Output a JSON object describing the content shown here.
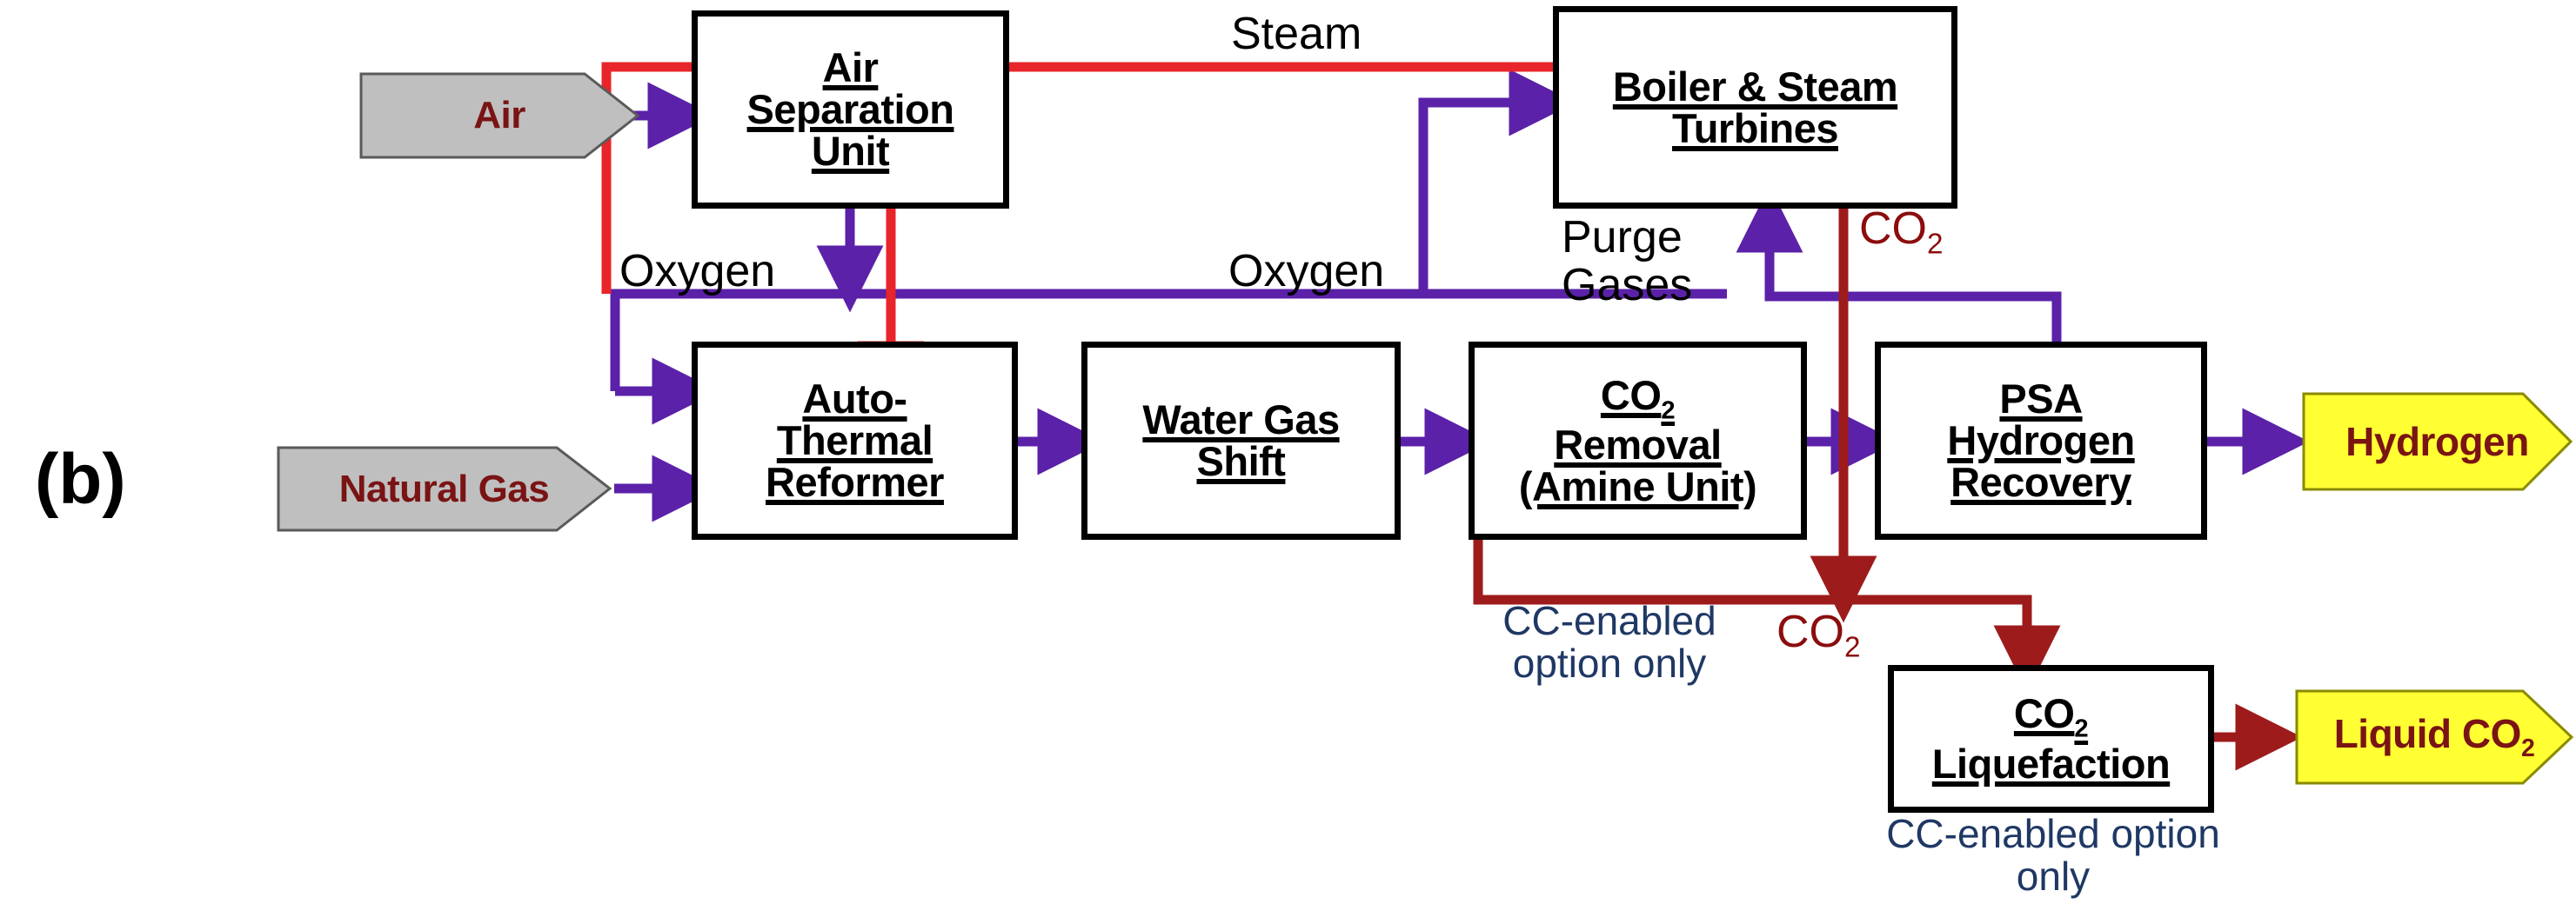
{
  "figure": {
    "panel_label": "(b)",
    "colors": {
      "purple_stream": "#5B21A8",
      "bright_red_stream": "#E8252A",
      "dark_red_stream": "#9E1B1B",
      "box_border": "#000000",
      "feed_fill": "#BFBFBF",
      "product_fill": "#FFFF33",
      "feed_text": "#7A1414",
      "note_text": "#1F3864"
    }
  },
  "boxes": [
    {
      "id": "asu",
      "lines": [
        "Air",
        "Separation",
        "Unit"
      ]
    },
    {
      "id": "boiler",
      "lines": [
        "Boiler & Steam",
        "Turbines"
      ]
    },
    {
      "id": "atr",
      "lines": [
        "Auto-",
        "Thermal",
        "Reformer"
      ]
    },
    {
      "id": "wgs",
      "lines": [
        "Water Gas",
        "Shift"
      ]
    },
    {
      "id": "co2removal",
      "lines": [
        "CO₂",
        "Removal",
        "(Amine Unit)"
      ]
    },
    {
      "id": "psa",
      "lines": [
        "PSA",
        "Hydrogen",
        "Recovery"
      ]
    },
    {
      "id": "co2liq",
      "lines": [
        "CO₂",
        "Liquefaction"
      ]
    }
  ],
  "feeds": [
    {
      "id": "air",
      "label": "Air"
    },
    {
      "id": "natural_gas",
      "label": "Natural Gas"
    }
  ],
  "products": [
    {
      "id": "hydrogen",
      "label": "Hydrogen"
    },
    {
      "id": "liquid_co2",
      "label": "Liquid CO₂"
    }
  ],
  "stream_labels": [
    {
      "id": "steam",
      "text": "Steam",
      "color": "black"
    },
    {
      "id": "oxygen_left",
      "text": "Oxygen",
      "color": "black"
    },
    {
      "id": "oxygen_right",
      "text": "Oxygen",
      "color": "black"
    },
    {
      "id": "purge_gases",
      "text": "Purge\nGases",
      "line1": "Purge",
      "line2": "Gases",
      "color": "black"
    },
    {
      "id": "co2_upper",
      "text": "CO₂",
      "color": "dark-red"
    },
    {
      "id": "co2_lower",
      "text": "CO₂",
      "color": "dark-red"
    }
  ],
  "notes": [
    {
      "id": "note_amine",
      "line1": "CC-enabled",
      "line2": "option only"
    },
    {
      "id": "note_liquefaction",
      "line1": "CC-enabled option",
      "line2": "only"
    }
  ]
}
